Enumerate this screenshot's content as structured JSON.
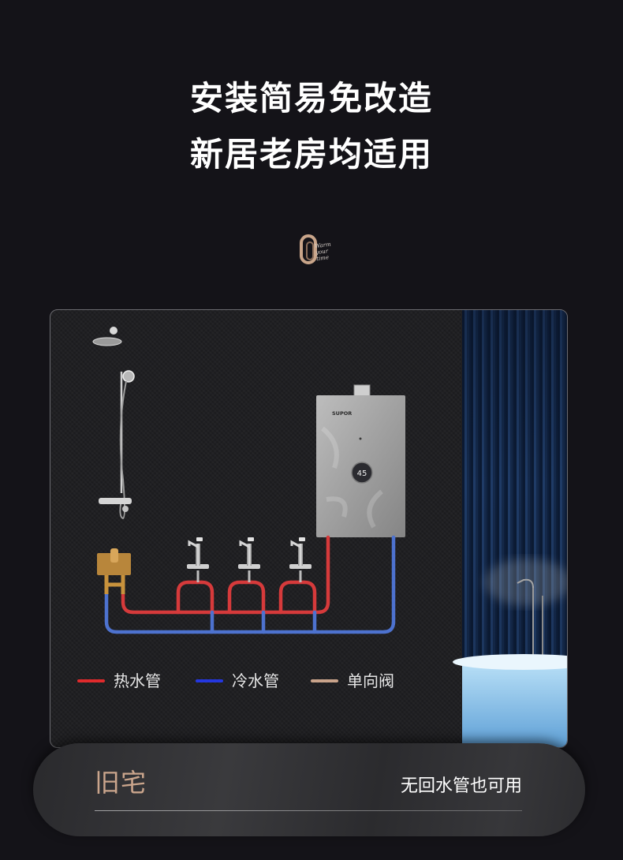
{
  "title": {
    "line1": "安装简易免改造",
    "line2": "新居老房均适用"
  },
  "logo": {
    "numeral": "0",
    "script": "Warm your time"
  },
  "heater": {
    "brand": "SUPOR",
    "display": "45"
  },
  "legend": [
    {
      "label": "热水管",
      "color": "#e02a2c"
    },
    {
      "label": "冷水管",
      "color": "#2437e0"
    },
    {
      "label": "单向阀",
      "color": "#c9a38a"
    }
  ],
  "pipes": {
    "hot_color": "#d63a3b",
    "cold_color": "#4d72cf",
    "valve_color": "#c8923c"
  },
  "card": {
    "label": "旧宅",
    "text": "无回水管也可用"
  },
  "colors": {
    "background": "#141318",
    "accent": "#c9a58a"
  }
}
